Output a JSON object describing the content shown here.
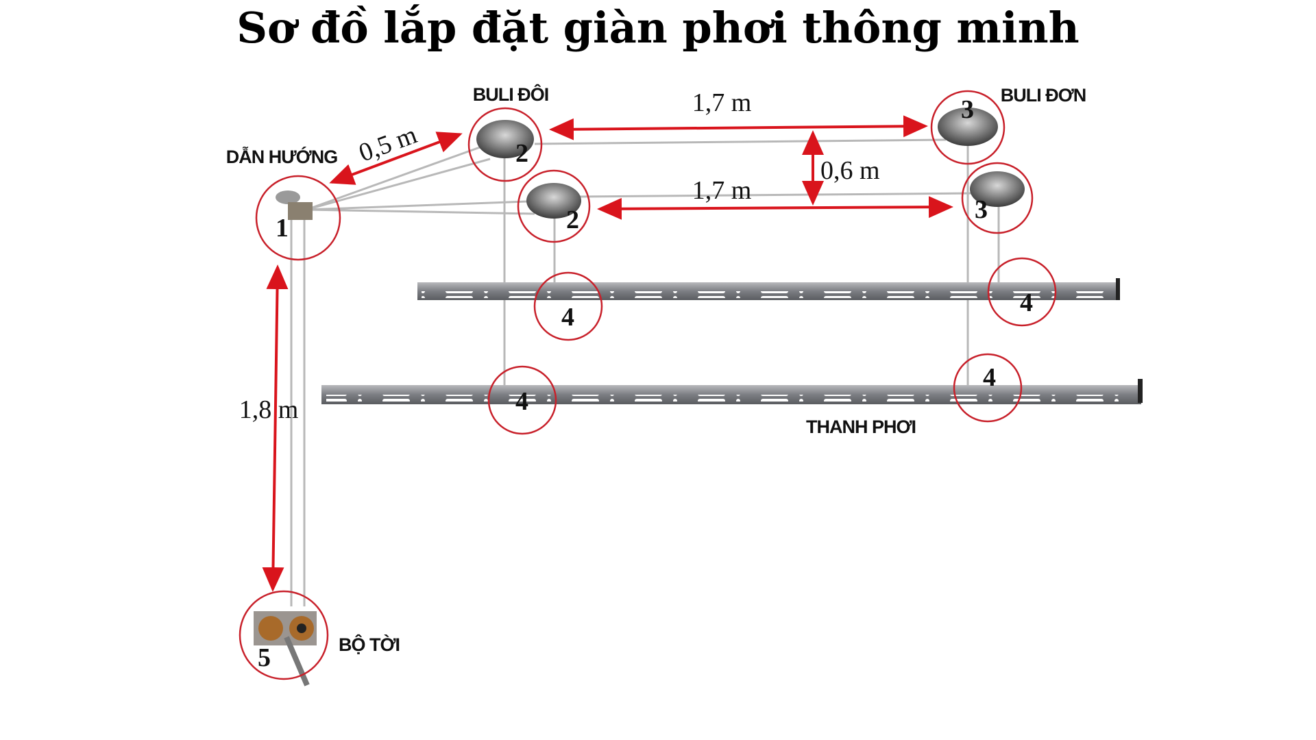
{
  "title": "Sơ đồ lắp đặt giàn phơi thông minh",
  "labels": {
    "buli_doi": "BULI ĐÔI",
    "buli_don": "BULI ĐƠN",
    "dan_huong": "DẪN HƯỚNG",
    "thanh_phoi": "THANH PHƠI",
    "bo_toi": "BỘ TỜI"
  },
  "dimensions": {
    "guide_to_pulley": "0,5 m",
    "top_span": "1,7 m",
    "second_span": "1,7 m",
    "pulley_gap": "0,6 m",
    "winch_height": "1,8 m"
  },
  "markers": {
    "guide": "1",
    "double_pulley": "2",
    "single_pulley": "3",
    "hanger": "4",
    "winch": "5"
  },
  "colors": {
    "accent": "#d9141c",
    "ring": "#c8202a",
    "bar": "#8a8c90"
  }
}
